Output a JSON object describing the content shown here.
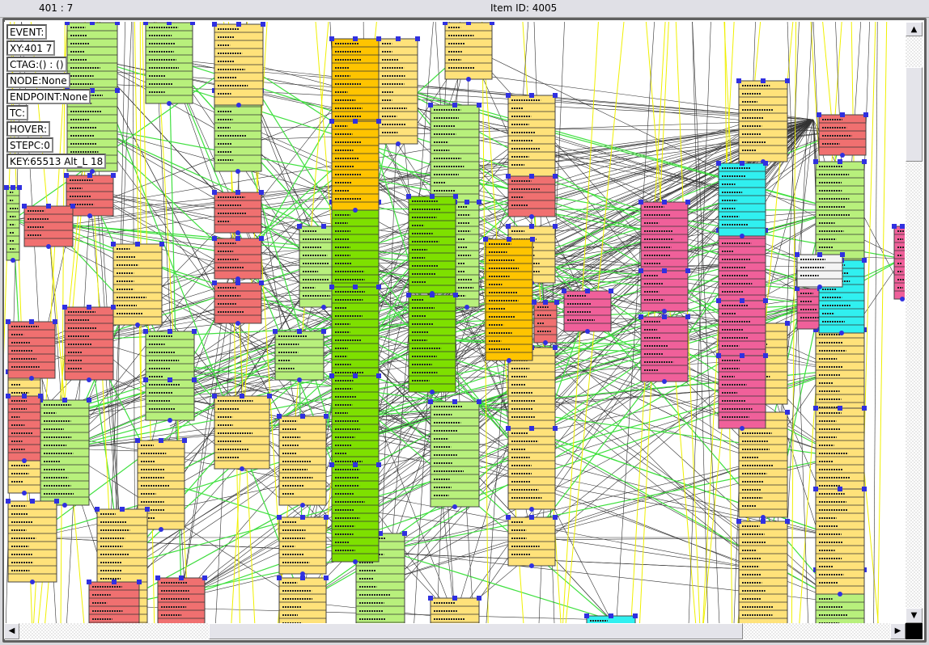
{
  "status": {
    "coordinates": "401 : 7",
    "item_id": "Item ID: 4005"
  },
  "info_panel": [
    "EVENT:",
    "XY:401 7",
    "CTAG:() : ()",
    "NODE:None",
    "ENDPOINT:None",
    "TC:",
    "HOVER:",
    "STEPC:0",
    "KEY:65513 Alt_L 18"
  ],
  "colors": {
    "light_green": "#b8f07c",
    "bright_green": "#7ee000",
    "orange": "#ffc400",
    "yellow": "#ffe27a",
    "red": "#f07070",
    "pink": "#f0609a",
    "cyan": "#30f0f0",
    "white": "#f4f4f4",
    "edge_black": "#333333",
    "edge_green": "#40e040",
    "edge_yellow": "#f0f000",
    "port": "#3030e0"
  },
  "scroll": {
    "horizontal_fraction": 0.23,
    "vertical_fraction": 0.08
  },
  "icons": {
    "up": "▲",
    "down": "▼",
    "left": "◀",
    "right": "▶"
  }
}
